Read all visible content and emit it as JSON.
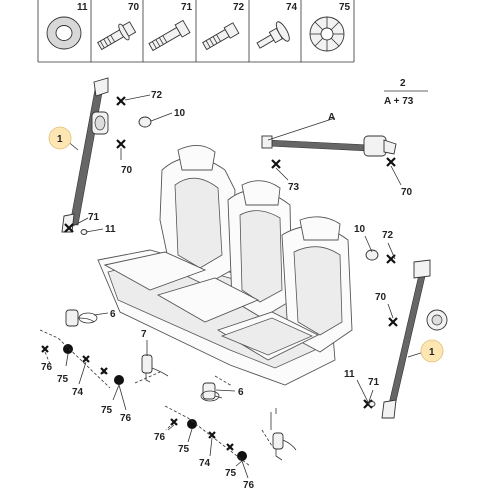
{
  "header_parts": [
    {
      "ref": "11",
      "icon": "spacer-ring-icon"
    },
    {
      "ref": "70",
      "icon": "bolt-with-washer-icon"
    },
    {
      "ref": "71",
      "icon": "long-bolt-icon"
    },
    {
      "ref": "72",
      "icon": "threaded-bolt-icon"
    },
    {
      "ref": "74",
      "icon": "shoulder-bolt-icon"
    },
    {
      "ref": "75",
      "icon": "star-clip-icon"
    }
  ],
  "note": {
    "top": "2",
    "bottom": "A + 73"
  },
  "labels": {
    "belt_left": "1",
    "belt_right": "1",
    "ref_72_left": "72",
    "ref_10_left": "10",
    "ref_70_left": "70",
    "ref_71_left": "71",
    "ref_11_left": "11",
    "ref_A": "A",
    "ref_73": "73",
    "ref_70_top_right": "70",
    "ref_10_right": "10",
    "ref_72_right": "72",
    "ref_70_right": "70",
    "ref_11_right": "11",
    "ref_71_right": "71",
    "ref_6_upper": "6",
    "ref_76_a": "76",
    "ref_75_a": "75",
    "ref_74_a": "74",
    "ref_7": "7",
    "ref_75_b": "75",
    "ref_76_b": "76",
    "ref_6_lower": "6",
    "ref_76_c": "76",
    "ref_75_c": "75",
    "ref_74_c": "74",
    "ref_75_d": "75",
    "ref_76_d": "76"
  },
  "colors": {
    "highlight": "#fde6b2",
    "belt": "#666666",
    "line": "#333333"
  }
}
